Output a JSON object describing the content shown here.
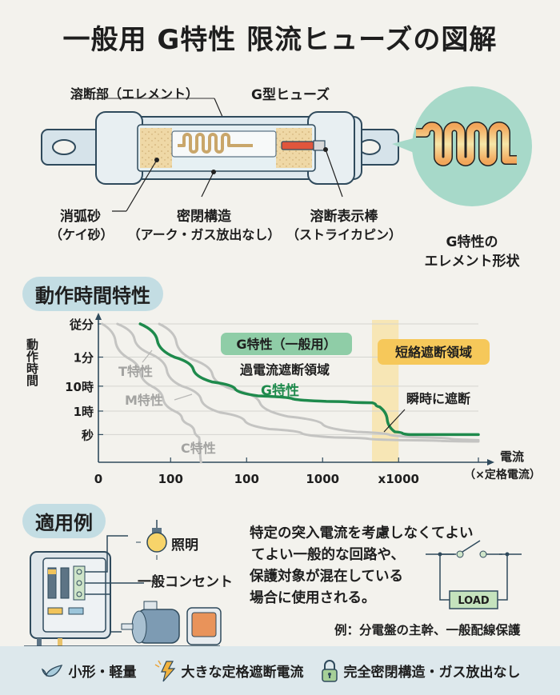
{
  "title": "一般用 G特性 限流ヒューズの図解",
  "fuse_diagram": {
    "labels": {
      "element": "溶断部（エレメント）",
      "fuse_type": "G型ヒューズ",
      "arc_sand": "消弧砂",
      "arc_sand_sub": "（ケイ砂）",
      "sealed": "密閉構造",
      "sealed_sub": "（アーク・ガス放出なし）",
      "indicator": "溶断表示棒",
      "indicator_sub": "（ストライカピン）"
    },
    "callout": {
      "line1": "G特性の",
      "line2": "エレメント形状"
    }
  },
  "chart_section": {
    "heading": "動作時間特性"
  },
  "chart_data": {
    "type": "line",
    "title": "動作時間特性",
    "xlabel": "電流",
    "xlabel_sub": "（×定格電流）",
    "ylabel": "動作時間",
    "x_tick_labels": [
      "0",
      "100",
      "100",
      "1000",
      "x1000"
    ],
    "y_tick_labels": [
      "従分",
      "1分",
      "10時",
      "1時",
      "秒"
    ],
    "grid": true,
    "note": "Qualitative curves; x positions normalized 0–1 along the current axis, y normalized 0 (bottom) – 1 (top, 従分)",
    "series": [
      {
        "name": "G特性",
        "color": "#1e8a4c",
        "points": [
          [
            0.11,
            1.0
          ],
          [
            0.2,
            0.76
          ],
          [
            0.3,
            0.58
          ],
          [
            0.42,
            0.48
          ],
          [
            0.6,
            0.44
          ],
          [
            0.72,
            0.43
          ],
          [
            0.74,
            0.4
          ],
          [
            0.78,
            0.22
          ],
          [
            0.82,
            0.2
          ],
          [
            1.0,
            0.2
          ]
        ]
      },
      {
        "name": "T特性",
        "color": "#c4c4c2",
        "points": [
          [
            0.16,
            1.0
          ],
          [
            0.25,
            0.74
          ],
          [
            0.35,
            0.53
          ],
          [
            0.5,
            0.33
          ],
          [
            0.68,
            0.22
          ],
          [
            0.85,
            0.18
          ],
          [
            1.0,
            0.16
          ]
        ]
      },
      {
        "name": "M特性",
        "color": "#c4c4c2",
        "points": [
          [
            0.05,
            1.0
          ],
          [
            0.14,
            0.78
          ],
          [
            0.22,
            0.55
          ],
          [
            0.32,
            0.36
          ],
          [
            0.45,
            0.24
          ],
          [
            0.62,
            0.18
          ],
          [
            0.8,
            0.16
          ],
          [
            1.0,
            0.15
          ]
        ]
      },
      {
        "name": "C特性",
        "color": "#c4c4c2",
        "points": [
          [
            0.01,
            1.0
          ],
          [
            0.08,
            0.75
          ],
          [
            0.14,
            0.55
          ],
          [
            0.2,
            0.37
          ],
          [
            0.24,
            0.27
          ],
          [
            0.265,
            0.18
          ],
          [
            0.27,
            0.0
          ]
        ]
      }
    ],
    "annotations": {
      "g_badge": "G特性（一般用）",
      "overcurrent_region": "過電流遮断領域",
      "g_curve_label": "G特性",
      "t_label": "T特性",
      "m_label": "M特性",
      "c_label": "C特性",
      "short_circuit_region": "短絡遮断領域",
      "instant_cut": "瞬時に遮断"
    },
    "highlight_band": {
      "x_start": 0.72,
      "x_end": 0.79,
      "color": "#f8e2a6"
    }
  },
  "applications": {
    "heading": "適用例",
    "items": [
      "照明",
      "一般コンセント"
    ],
    "description_lines": [
      "特定の突入電流を考慮しなくてよい",
      "てよい一般的な回路や、",
      "保護対象が混在している",
      "場合に使用される。"
    ],
    "load_label": "LOAD",
    "example": "例：分電盤の主幹、一般配線保護"
  },
  "features": [
    {
      "icon": "feather-icon",
      "label": "小形・軽量"
    },
    {
      "icon": "lightning-icon",
      "label": "大きな定格遮断電流"
    },
    {
      "icon": "lock-icon",
      "label": "完全密閉構造・ガス放出なし"
    }
  ],
  "colors": {
    "background": "#f3f2ed",
    "accent_green": "#1e8a4c",
    "badge_green": "#8fcda7",
    "badge_yellow": "#f6c85a",
    "pill_blue": "#c3dde3",
    "footer": "#dde8ec"
  }
}
